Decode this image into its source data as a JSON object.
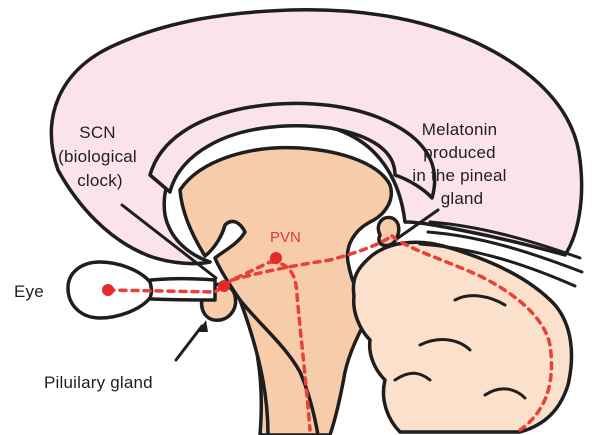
{
  "labels": {
    "scn": [
      "SCN",
      "(biological",
      "clock)"
    ],
    "melatonin": [
      "Melatonin",
      "produced",
      "in the pineal",
      "gland"
    ],
    "pvn": "PVN",
    "eye": "Eye",
    "pituitary": "Piluilary gland"
  },
  "colors": {
    "cortex": "#fbe3ea",
    "brainstem": "#f7ccaa",
    "cerebellum": "#fbe1cc",
    "outline": "#1e1e1e",
    "pathway": "#e8403a",
    "dot": "#e52a2a"
  }
}
